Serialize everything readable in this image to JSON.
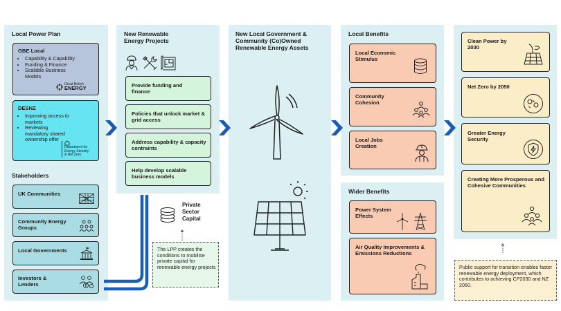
{
  "lpp": {
    "title": "Local Power Plan",
    "gbe": {
      "title": "GBE Local",
      "items": [
        "Capability & Capability",
        "Funding & Finance",
        "Scalable Business Models"
      ],
      "logo_line1": "Great British",
      "logo_line2": "ENERGY"
    },
    "desnz": {
      "title": "DESNZ",
      "items": [
        "Improving access to markets",
        "Reviewing mandatory shared ownership offer"
      ],
      "logo_line1": "Department for",
      "logo_line2": "Energy Security",
      "logo_line3": "& Net Zero"
    }
  },
  "stakeholders": {
    "title": "Stakeholders",
    "items": [
      {
        "label": "UK Communities",
        "icon": "uk-flag-icon"
      },
      {
        "label": "Community Energy Groups",
        "icon": "group-icon"
      },
      {
        "label": "Local Governments",
        "icon": "government-building-icon"
      },
      {
        "label": "Investors & Lenders",
        "icon": "investors-icon"
      }
    ]
  },
  "projects": {
    "title": "New Renewable Energy Projects",
    "actions": [
      "Provide funding and finance",
      "Policies that unlock market & grid access",
      "Address capability & capacity contraints",
      "Help develop scalable business models"
    ]
  },
  "private_capital": {
    "label": "Private Sector Capital",
    "note": "The LPP creates the conditions to mobilise private capital for renewable energy projects"
  },
  "assets": {
    "title": "New Local Government & Community (Co)Owned Renewable Energy Assets"
  },
  "local_benefits": {
    "title": "Local Benefits",
    "items": [
      "Local Economic Stimulus",
      "Community Cohesion",
      "Local Jobs Creation"
    ]
  },
  "wider_benefits": {
    "title": "Wider Benefits",
    "items": [
      "Power System Effects",
      "Air Quality Improvements & Emissions Reductions"
    ]
  },
  "outcomes": {
    "items": [
      "Clean Power by 2030",
      "Net Zero by 2050",
      "Greater Energy Security",
      "Creating More Prosperous and Cohesive Communities"
    ],
    "note": "Public support for transition enables faster renewable energy deployment, which contributes to achieving CP2030 and NZ 2050."
  },
  "colors": {
    "panel": "#dcf0f3",
    "gbe": "#b7c5dc",
    "desnz": "#66e4f2",
    "stakeholder": "#a9dce3",
    "action": "#d4f5dc",
    "benefit": "#f9cbb3",
    "outcome": "#fbedc8",
    "arrow": "#1a5db5"
  }
}
